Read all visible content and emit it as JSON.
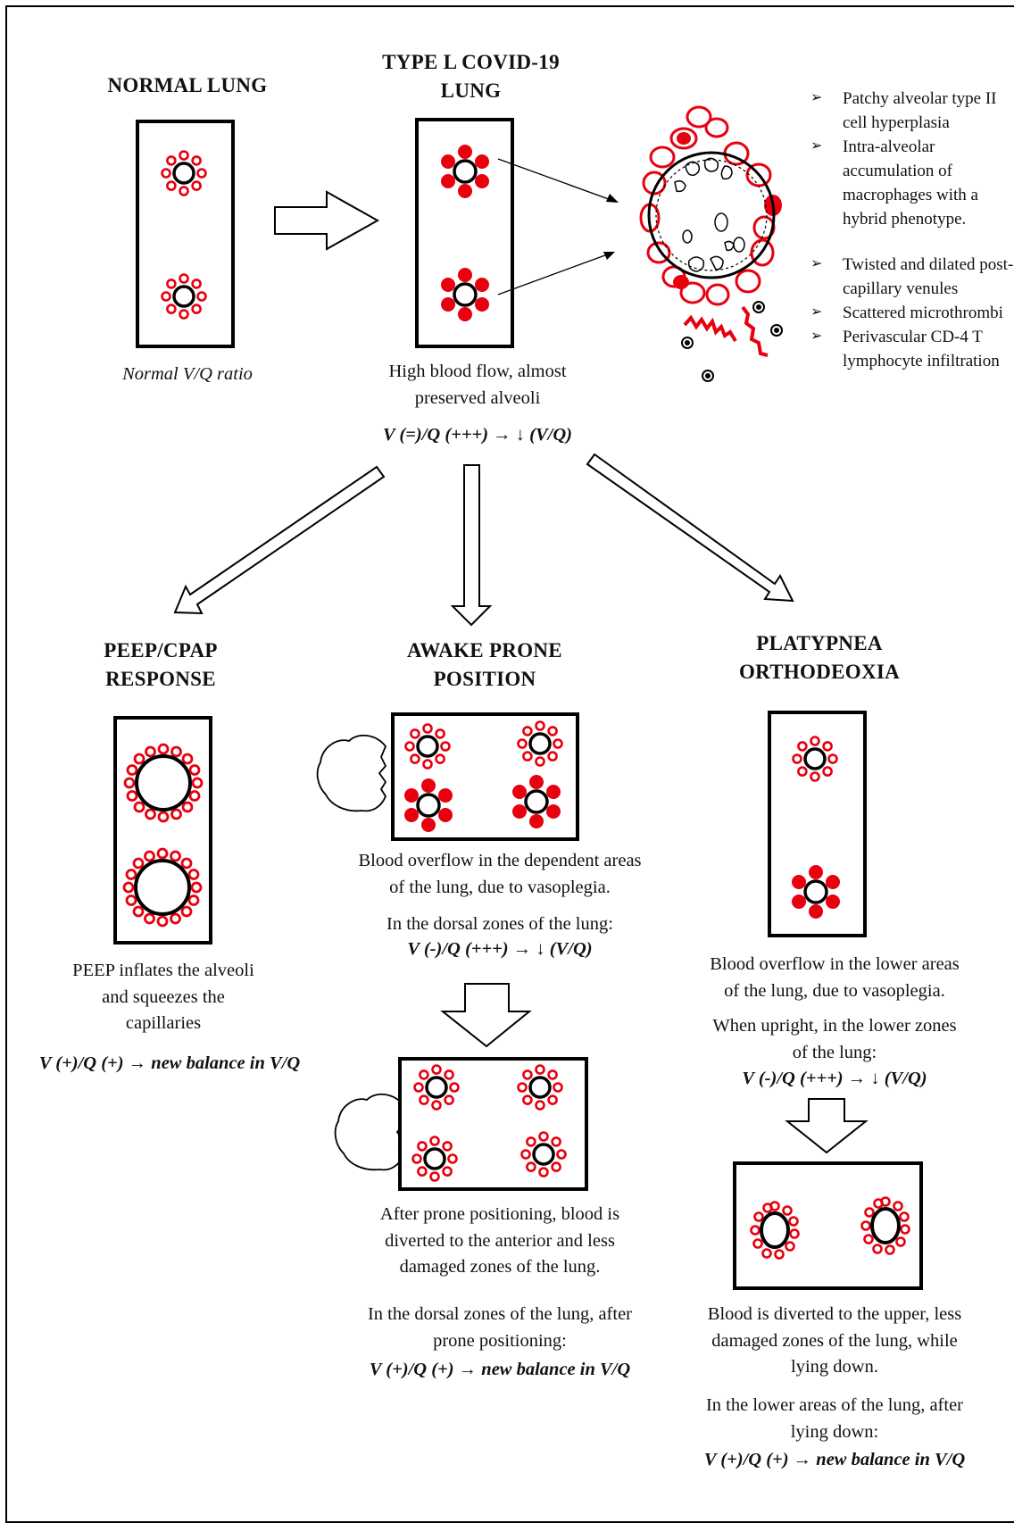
{
  "normal": {
    "title": "NORMAL LUNG",
    "caption": "Normal V/Q ratio"
  },
  "type_l": {
    "title_line1": "TYPE L COVID-19",
    "title_line2": "LUNG",
    "caption_line1": "High blood flow, almost",
    "caption_line2": "preserved alveoli",
    "formula": "V (=)/Q (+++) → ↓ (V/Q)"
  },
  "histology": {
    "group1": [
      "Patchy alveolar type II cell hyperplasia",
      "Intra-alveolar accumulation of macrophages with a hybrid phenotype."
    ],
    "group2": [
      "Twisted and dilated post-capillary venules",
      "Scattered microthrombi",
      "Perivascular CD-4 T lymphocyte infiltration"
    ]
  },
  "peep": {
    "title_line1": "PEEP/CPAP",
    "title_line2": "RESPONSE",
    "caption_line1": "PEEP inflates the alveoli",
    "caption_line2": "and squeezes the",
    "caption_line3": "capillaries",
    "formula": "V (+)/Q (+) → new balance in V/Q"
  },
  "prone": {
    "title_line1": "AWAKE PRONE",
    "title_line2": "POSITION",
    "before_line1": "Blood overflow in the dependent areas",
    "before_line2": "of the lung, due to vasoplegia.",
    "dorsal_label": "In the dorsal zones of the lung:",
    "formula_before": "V (-)/Q (+++) → ↓ (V/Q)",
    "after_line1": "After prone positioning, blood is",
    "after_line2": "diverted to the anterior and less",
    "after_line3": "damaged zones of the lung.",
    "after_dorsal_line1": "In the dorsal zones of the lung, after",
    "after_dorsal_line2": "prone positioning:",
    "formula_after": "V (+)/Q (+) → new balance in V/Q"
  },
  "platypnea": {
    "title_line1": "PLATYPNEA",
    "title_line2": "ORTHODEOXIA",
    "before_line1": "Blood overflow in the lower areas",
    "before_line2": "of the lung, due to vasoplegia.",
    "upright_line1": "When upright, in the lower zones",
    "upright_line2": "of the lung:",
    "formula_before": "V (-)/Q (+++) → ↓ (V/Q)",
    "after_line1": "Blood is diverted to the upper, less",
    "after_line2": "damaged zones of the lung, while",
    "after_line3": "lying down.",
    "lower_line1": "In the lower areas of the lung, after",
    "lower_line2": "lying down:",
    "formula_after": "V (+)/Q (+) → new balance in V/Q"
  },
  "colors": {
    "capillary": "#e8000e",
    "outline": "#000000"
  }
}
